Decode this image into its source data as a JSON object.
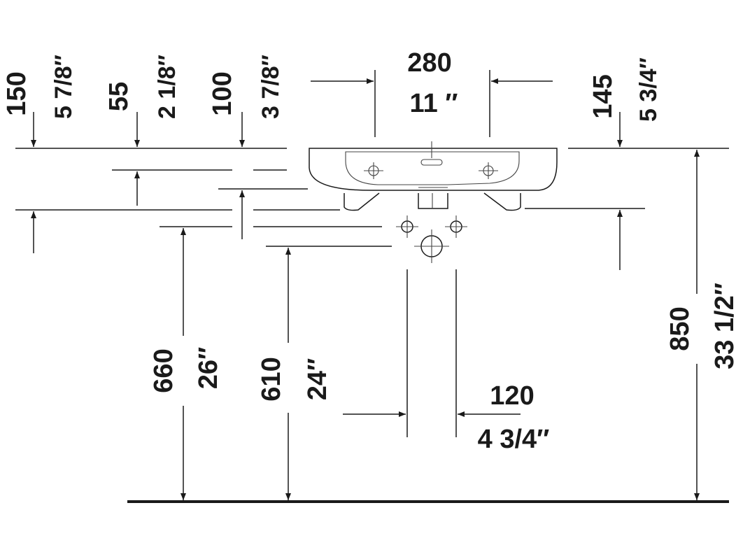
{
  "diagram": {
    "colors": {
      "ink": "#1a1a1a",
      "background": "#ffffff"
    },
    "dimensions": {
      "d150": {
        "mm": "150",
        "inch": "5 7/8″"
      },
      "d55": {
        "mm": "55",
        "inch": "2 1/8″"
      },
      "d100": {
        "mm": "100",
        "inch": "3 7/8″"
      },
      "d280": {
        "mm": "280",
        "inch": "11 ″"
      },
      "d145": {
        "mm": "145",
        "inch": "5 3/4″"
      },
      "d660": {
        "mm": "660",
        "inch": "26″"
      },
      "d610": {
        "mm": "610",
        "inch": "24″"
      },
      "d120": {
        "mm": "120",
        "inch": "4 3/4″"
      },
      "d850": {
        "mm": "850",
        "inch": "33 1/2″"
      }
    }
  }
}
